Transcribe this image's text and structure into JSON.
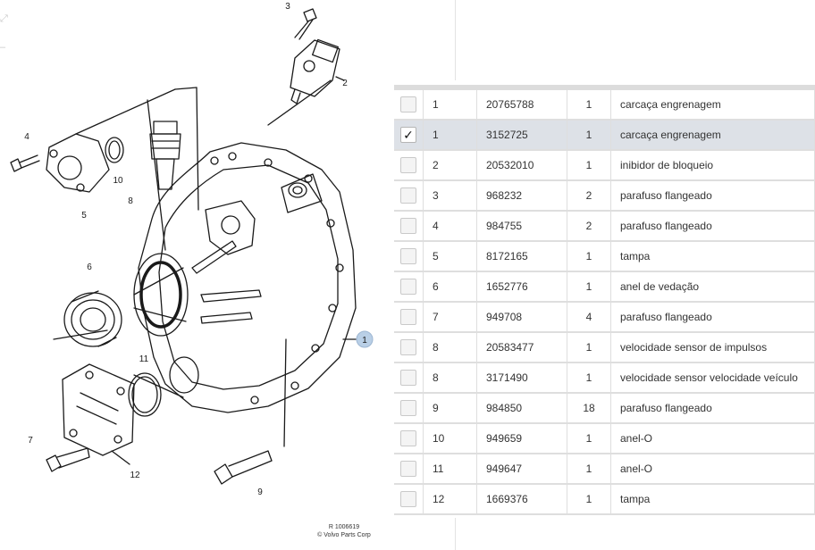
{
  "diagram": {
    "ref_code": "R 1006619",
    "copyright": "© Volvo Parts Corp",
    "callouts": [
      "1",
      "2",
      "3",
      "4",
      "5",
      "6",
      "7",
      "8",
      "9",
      "10",
      "11",
      "12"
    ],
    "accent_color": "#b9cfe6"
  },
  "table": {
    "rows": [
      {
        "pos": "1",
        "part": "20765788",
        "qty": "1",
        "desc": "carcaça engrenagem",
        "checked": false
      },
      {
        "pos": "1",
        "part": "3152725",
        "qty": "1",
        "desc": "carcaça engrenagem",
        "checked": true
      },
      {
        "pos": "2",
        "part": "20532010",
        "qty": "1",
        "desc": "inibidor de bloqueio",
        "checked": false
      },
      {
        "pos": "3",
        "part": "968232",
        "qty": "2",
        "desc": "parafuso flangeado",
        "checked": false
      },
      {
        "pos": "4",
        "part": "984755",
        "qty": "2",
        "desc": "parafuso flangeado",
        "checked": false
      },
      {
        "pos": "5",
        "part": "8172165",
        "qty": "1",
        "desc": "tampa",
        "checked": false
      },
      {
        "pos": "6",
        "part": "1652776",
        "qty": "1",
        "desc": "anel de vedação",
        "checked": false
      },
      {
        "pos": "7",
        "part": "949708",
        "qty": "4",
        "desc": "parafuso flangeado",
        "checked": false
      },
      {
        "pos": "8",
        "part": "20583477",
        "qty": "1",
        "desc": "velocidade sensor de impulsos",
        "checked": false
      },
      {
        "pos": "8",
        "part": "3171490",
        "qty": "1",
        "desc": "velocidade sensor velocidade veículo",
        "checked": false
      },
      {
        "pos": "9",
        "part": "984850",
        "qty": "18",
        "desc": "parafuso flangeado",
        "checked": false
      },
      {
        "pos": "10",
        "part": "949659",
        "qty": "1",
        "desc": "anel-O",
        "checked": false
      },
      {
        "pos": "11",
        "part": "949647",
        "qty": "1",
        "desc": "anel-O",
        "checked": false
      },
      {
        "pos": "12",
        "part": "1669376",
        "qty": "1",
        "desc": "tampa",
        "checked": false
      }
    ]
  }
}
